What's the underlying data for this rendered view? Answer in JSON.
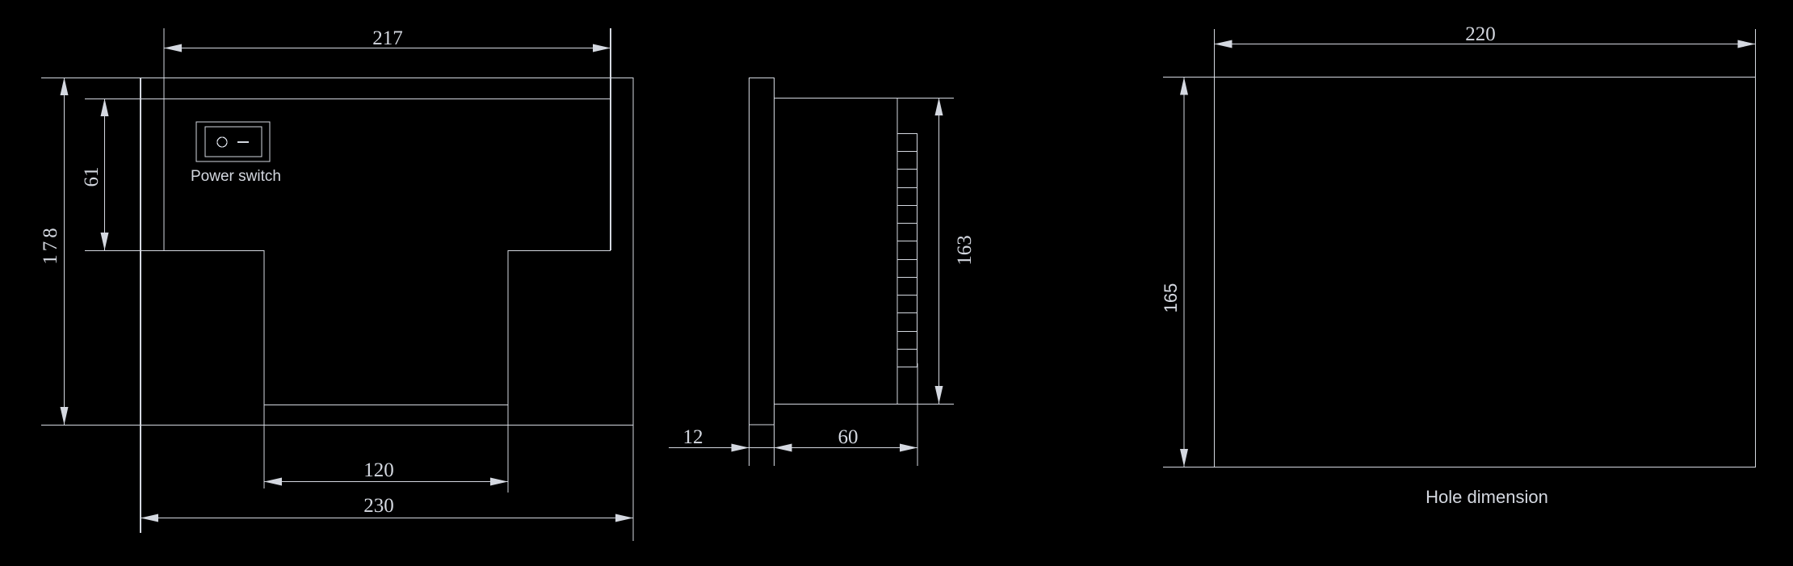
{
  "drawing": {
    "line_color": "#d4d8e0",
    "background": "#000000",
    "front_view": {
      "power_switch_label": "Power switch",
      "switch_symbols": {
        "off": "O",
        "on": "-"
      },
      "dimensions": {
        "top_width": "217",
        "total_height": "178",
        "upper_height": "61",
        "notch_width": "120",
        "total_width": "230"
      }
    },
    "side_view": {
      "dimensions": {
        "plate_thickness": "12",
        "body_depth": "60",
        "body_height": "163"
      },
      "fin_count": 13
    },
    "hole_view": {
      "caption": "Hole dimension",
      "dimensions": {
        "width": "220",
        "height": "165"
      }
    }
  }
}
